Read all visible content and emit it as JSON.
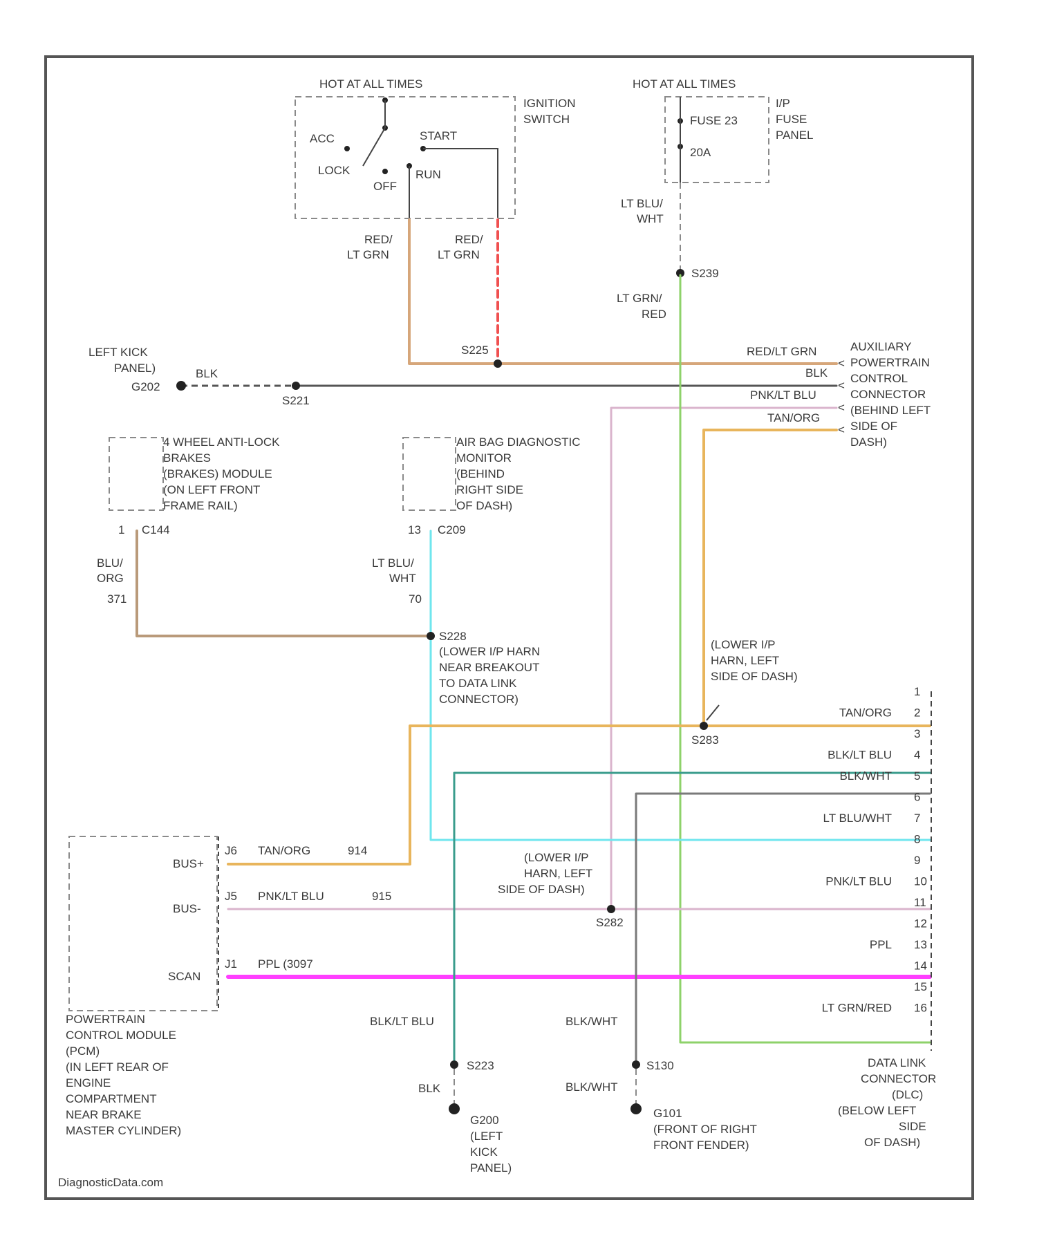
{
  "colors": {
    "frame": "#555555",
    "tan_orange": "#e8b55c",
    "red_ltgreen": "#d6a67a",
    "red_dashed": "#f05050",
    "lt_green_red": "#8ed26a",
    "black": "#555555",
    "pink_lt_blue": "#dab4cc",
    "lt_blue_white": "#6fe6ee",
    "black_lt_blue": "#3a9c8c",
    "black_white": "#7a7a7a",
    "purple": "#ff3fff",
    "blue_orange": "#b99a7a"
  },
  "ignition": {
    "hot_label": "HOT AT ALL TIMES",
    "name_lines": [
      "IGNITION",
      "SWITCH"
    ],
    "acc": "ACC",
    "lock": "LOCK",
    "off": "OFF",
    "run": "RUN",
    "start": "START",
    "wire_run": [
      "RED/",
      "LT GRN"
    ],
    "wire_start": [
      "RED/",
      "LT GRN"
    ]
  },
  "fuse_panel": {
    "hot_label": "HOT AT ALL TIMES",
    "fuse": "FUSE 23",
    "amps": "20A",
    "name_lines": [
      "I/P",
      "FUSE",
      "PANEL"
    ],
    "wire_out": [
      "LT BLU/",
      "WHT"
    ],
    "splice": "S239",
    "wire_down": [
      "LT GRN/",
      "RED"
    ]
  },
  "aux_connector": {
    "splice": "S225",
    "ground": "G202",
    "ground_splice": "S221",
    "left_kick": [
      "LEFT KICK",
      "PANEL)"
    ],
    "blk": "BLK",
    "wires": [
      "RED/LT GRN",
      "BLK",
      "PNK/LT BLU",
      "TAN/ORG"
    ],
    "name_lines": [
      "AUXILIARY",
      "POWERTRAIN",
      "CONTROL",
      "CONNECTOR",
      "(BEHIND LEFT",
      "SIDE OF",
      "DASH)"
    ]
  },
  "abs_module": {
    "name_lines": [
      "4 WHEEL ANTI-LOCK",
      "BRAKES",
      "(BRAKES) MODULE",
      "(ON LEFT FRONT",
      "FRAME RAIL)"
    ],
    "pin": "1",
    "connector": "C144",
    "wire": [
      "BLU/",
      "ORG"
    ],
    "circuit": "371"
  },
  "airbag_monitor": {
    "name_lines": [
      "AIR BAG DIAGNOSTIC",
      "MONITOR",
      "(BEHIND",
      "RIGHT SIDE",
      "OF DASH)"
    ],
    "pin": "13",
    "connector": "C209",
    "wire": [
      "LT BLU/",
      "WHT"
    ],
    "circuit": "70",
    "splice": "S228",
    "splice_desc": [
      "(LOWER I/P HARN",
      "NEAR BREAKOUT",
      "TO DATA LINK",
      "CONNECTOR)"
    ]
  },
  "splices": {
    "s283": "S283",
    "s283_desc": [
      "(LOWER I/P",
      "HARN, LEFT",
      "SIDE OF DASH)"
    ],
    "s282": "S282",
    "s282_desc": [
      "(LOWER I/P",
      "HARN, LEFT",
      "SIDE OF DASH)"
    ]
  },
  "pcm": {
    "pins": [
      {
        "num": "J6",
        "label": "BUS+",
        "wire": "TAN/ORG",
        "circuit": "914"
      },
      {
        "num": "J5",
        "label": "BUS-",
        "wire": "PNK/LT BLU",
        "circuit": "915"
      },
      {
        "num": "J1",
        "label": "SCAN",
        "wire": "PPL (3097",
        "circuit": ""
      }
    ],
    "name_lines": [
      "POWERTRAIN",
      "CONTROL MODULE",
      "(PCM)",
      "(IN LEFT REAR OF",
      "ENGINE",
      "COMPARTMENT",
      "NEAR BRAKE",
      "MASTER CYLINDER)"
    ]
  },
  "dlc": {
    "pin_numbers": [
      "1",
      "2",
      "3",
      "4",
      "5",
      "6",
      "7",
      "8",
      "9",
      "10",
      "11",
      "12",
      "13",
      "14",
      "15",
      "16"
    ],
    "wire_labels": [
      {
        "pin": "2",
        "text": "TAN/ORG"
      },
      {
        "pin": "4",
        "text": "BLK/LT BLU"
      },
      {
        "pin": "5",
        "text": "BLK/WHT"
      },
      {
        "pin": "7",
        "text": "LT BLU/WHT"
      },
      {
        "pin": "10",
        "text": "PNK/LT BLU"
      },
      {
        "pin": "13",
        "text": "PPL"
      },
      {
        "pin": "16",
        "text": "LT GRN/RED"
      }
    ],
    "name_lines": [
      "DATA LINK",
      "CONNECTOR",
      "(DLC)",
      "(BELOW LEFT",
      "SIDE",
      "OF DASH)"
    ]
  },
  "grounds": {
    "left_wire": "BLK/LT BLU",
    "left_splice": "S223",
    "left_blk": "BLK",
    "left_ground": "G200",
    "left_ground_desc": [
      "(LEFT",
      "KICK",
      "PANEL)"
    ],
    "right_wire": "BLK/WHT",
    "right_splice": "S130",
    "right_wire2": "BLK/WHT",
    "right_ground": "G101",
    "right_ground_desc": [
      "(FRONT OF RIGHT",
      "FRONT FENDER)"
    ]
  },
  "footer": "DiagnosticData.com"
}
